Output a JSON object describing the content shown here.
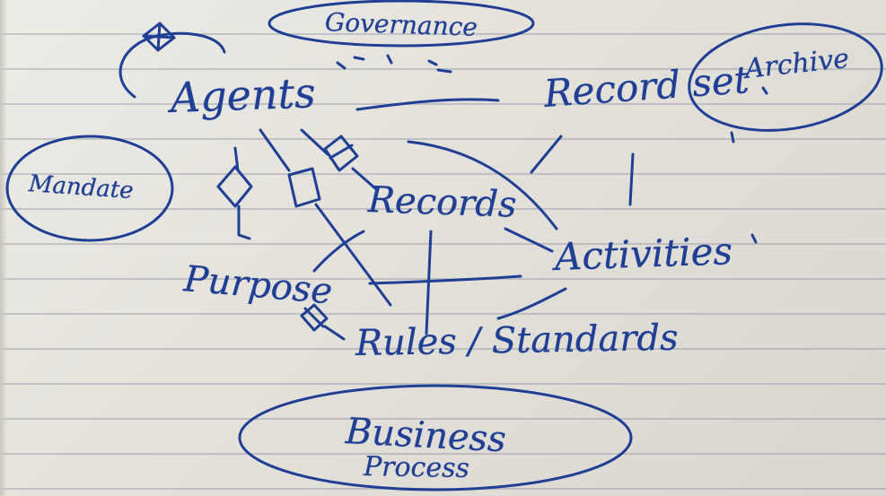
{
  "diagram": {
    "nodes": {
      "governance": "Governance",
      "archive": "Archive",
      "mandate": "Mandate",
      "agents": "Agents",
      "record_set": "Record set",
      "records": "Records",
      "activities": "Activities",
      "purpose": "Purpose",
      "rules_standards": "Rules / Standards",
      "business": "Business",
      "process": "Process"
    },
    "ink_color": "#1f3f95",
    "paper": "lined notebook"
  }
}
